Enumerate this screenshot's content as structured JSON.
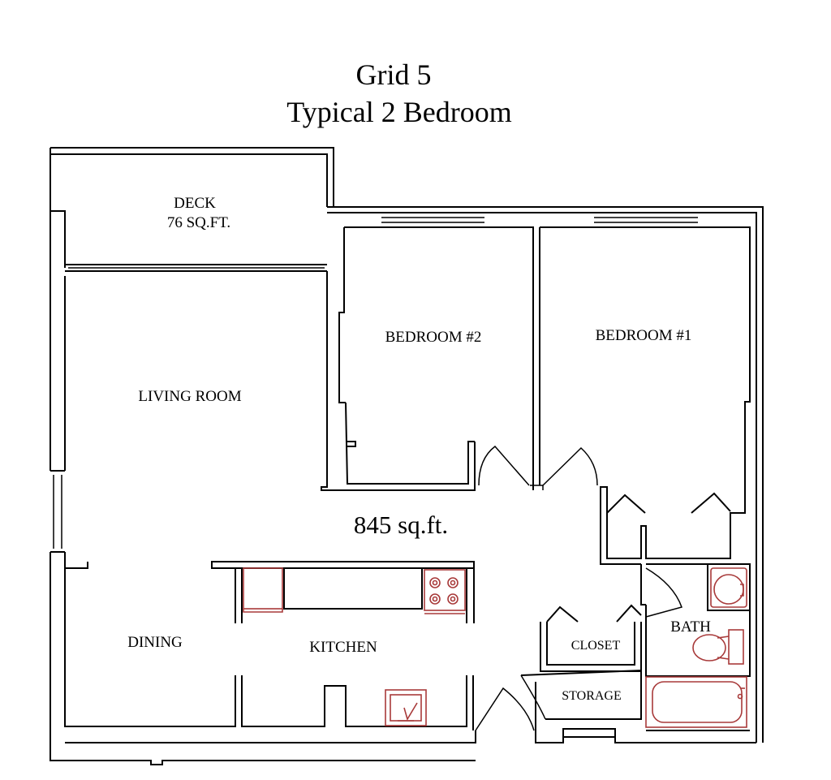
{
  "title": "Grid 5",
  "subtitle": "Typical 2 Bedroom",
  "total_area": "845 sq.ft.",
  "rooms": {
    "deck": {
      "name": "DECK",
      "area": "76 SQ.FT."
    },
    "living_room": "LIVING ROOM",
    "bedroom_2": "BEDROOM #2",
    "bedroom_1": "BEDROOM #1",
    "dining": "DINING",
    "kitchen": "KITCHEN",
    "closet": "CLOSET",
    "storage": "STORAGE",
    "bath": "BATH"
  },
  "colors": {
    "wall": "#000000",
    "fixture": "#a83a3a"
  }
}
